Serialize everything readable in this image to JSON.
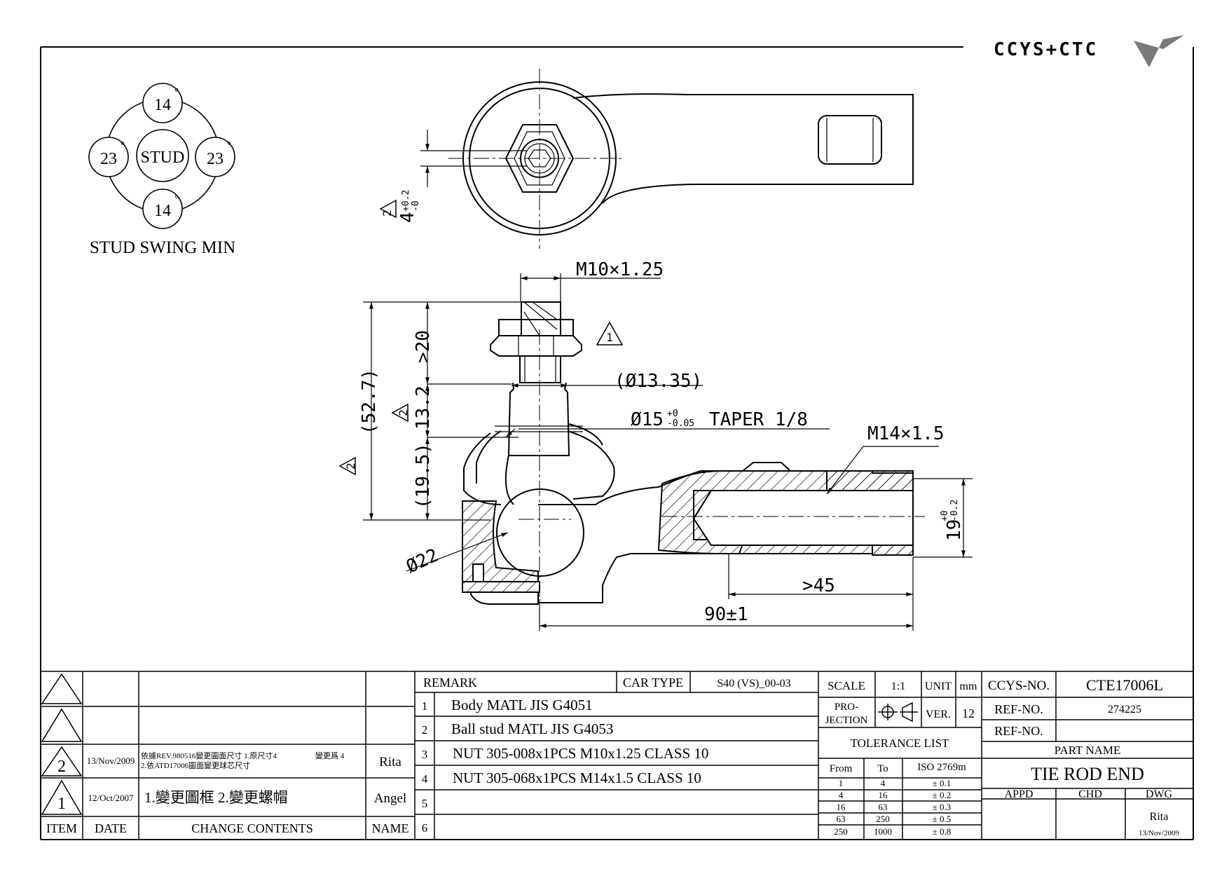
{
  "logo": {
    "text": "CCYS+CTC"
  },
  "swing": {
    "center": "STUD",
    "top": "14",
    "bottom": "14",
    "left": "23",
    "right": "23",
    "unit": "°",
    "caption": "STUD SWING MIN"
  },
  "dims": {
    "top_tol": "4",
    "top_tol_plus": "+0.2",
    "top_tol_minus": "-0",
    "thread_stud": "M10×1.25",
    "overall_height": "(52.7)",
    "stud_length": ">20",
    "stud_dia": "(Ø13.35)",
    "taper_len": "13.2",
    "taper_dia": "Ø15",
    "taper_plus": "+0",
    "taper_minus": "-0.05",
    "taper": "TAPER 1/8",
    "thread_body": "M14×1.5",
    "lower_height": "(19.5)",
    "ball_dia": "Ø22",
    "bore_dia": "19",
    "bore_plus": "+0",
    "bore_minus": "-0.2",
    "thread_len": ">45",
    "total_len": "90±1",
    "rev_flag": "2",
    "rev_flag2": "1"
  },
  "revision_table": {
    "headers": {
      "item": "ITEM",
      "date": "DATE",
      "contents": "CHANGE CONTENTS",
      "name": "NAME"
    },
    "rows": [
      {
        "item": "",
        "date": "",
        "contents": "",
        "name": ""
      },
      {
        "item": "",
        "date": "",
        "contents": "",
        "name": ""
      },
      {
        "item": "2",
        "date": "13/Nov/2009",
        "contents_line1": "依據REV.980516變更圖面尺寸 1.原尺寸4",
        "contents_line1b": "變更爲 4",
        "contents_line2": "2.依ATD17006圖面變更球芯尺寸",
        "name": "Rita"
      },
      {
        "item": "1",
        "date": "12/Oct/2007",
        "contents": "1.變更圖框 2.變更螺帽",
        "name": "Angel"
      }
    ]
  },
  "remark_table": {
    "remark_label": "REMARK",
    "car_type_label": "CAR TYPE",
    "car_type": "S40 (VS)_00-03",
    "rows": [
      {
        "no": "1",
        "text": "Body MATL JIS G4051"
      },
      {
        "no": "2",
        "text": "Ball stud MATL JIS G4053"
      },
      {
        "no": "3",
        "text": "NUT 305-008x1PCS M10x1.25 CLASS 10"
      },
      {
        "no": "4",
        "text": "NUT 305-068x1PCS M14x1.5 CLASS 10"
      },
      {
        "no": "5",
        "text": ""
      },
      {
        "no": "6",
        "text": ""
      }
    ]
  },
  "info": {
    "scale_label": "SCALE",
    "scale": "1:1",
    "unit_label": "UNIT",
    "unit": "mm",
    "projection_label_1": "PRO-",
    "projection_label_2": "JECTION",
    "ver_label": "VER.",
    "ver": "12",
    "tolerance_title": "TOLERANCE LIST",
    "tol_headers": {
      "from": "From",
      "to": "To",
      "iso": "ISO 2769m"
    },
    "tolerances": [
      {
        "from": "1",
        "to": "4",
        "tol": "± 0.1"
      },
      {
        "from": "4",
        "to": "16",
        "tol": "± 0.2"
      },
      {
        "from": "16",
        "to": "63",
        "tol": "± 0.3"
      },
      {
        "from": "63",
        "to": "250",
        "tol": "± 0.5"
      },
      {
        "from": "250",
        "to": "1000",
        "tol": "± 0.8"
      }
    ]
  },
  "title_block": {
    "ccys_label": "CCYS-NO.",
    "ccys_no": "CTE17006L",
    "ref_label_1": "REF-NO.",
    "ref_no_1": "274225",
    "ref_label_2": "REF-NO.",
    "ref_no_2": "",
    "part_name_label": "PART NAME",
    "part_name": "TIE ROD END",
    "appd": "APPD",
    "chd": "CHD",
    "dwg": "DWG",
    "drawn_by": "Rita",
    "drawn_date": "13/Nov/2009"
  }
}
